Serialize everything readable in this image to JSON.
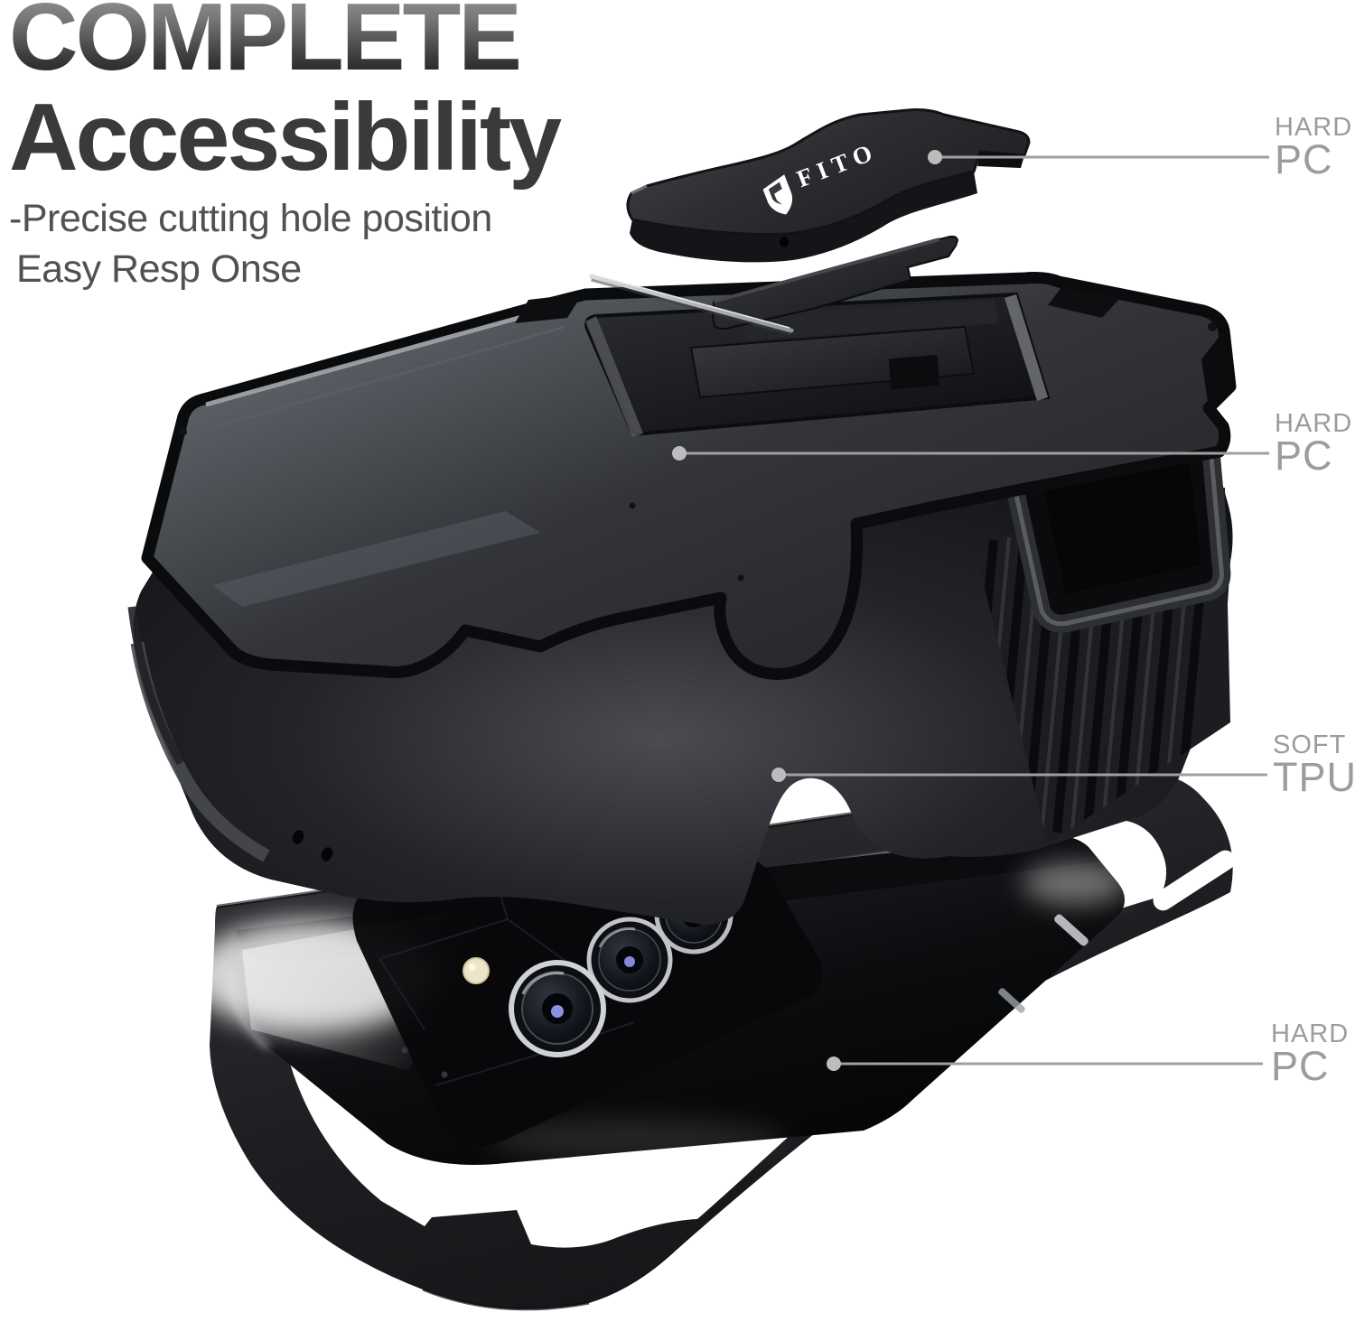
{
  "header": {
    "title_line1": "COMPLETE",
    "title_line2": "Accessibility",
    "bullet1": "-Precise cutting hole position",
    "bullet2": "Easy Resp Onse"
  },
  "callouts": [
    {
      "id": "kickstand-cover",
      "line1": "HARD",
      "line2": "PC"
    },
    {
      "id": "back-shell",
      "line1": "HARD",
      "line2": "PC"
    },
    {
      "id": "inner-liner",
      "line1": "SOFT",
      "line2": "TPU"
    },
    {
      "id": "front-frame",
      "line1": "HARD",
      "line2": "PC"
    }
  ],
  "brand": {
    "logo_text": "FITO",
    "logo_icon": "shield-icon"
  },
  "colors": {
    "background": "#ffffff",
    "heading_dark": "#3a3a3c",
    "body_text": "#515153",
    "callout_text": "#9c9c9c",
    "callout_line": "#a0a0a0",
    "case_black": "#17181a",
    "shell_gray": "#45474c"
  }
}
